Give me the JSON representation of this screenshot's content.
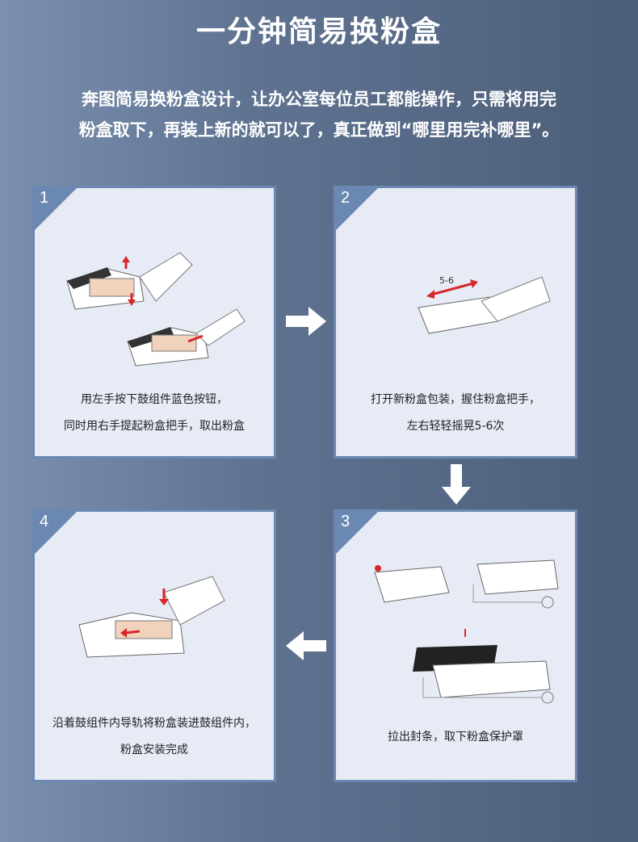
{
  "title": "一分钟简易换粉盒",
  "intro": [
    "奔图简易换粉盒设计，让办公室每位员工都能操作，只需将用完",
    "粉盒取下，再装上新的就可以了，真正做到“哪里用完补哪里”。"
  ],
  "steps": [
    {
      "number": "1",
      "lines": [
        "用左手按下鼓组件蓝色按钮，",
        "同时用右手提起粉盒把手，取出粉盒"
      ]
    },
    {
      "number": "2",
      "label": "5-6",
      "lines": [
        "打开新粉盒包装，握住粉盒把手，",
        "左右轻轻摇晃5-6次"
      ]
    },
    {
      "number": "3",
      "lines": [
        "拉出封条，取下粉盒保护罩"
      ]
    },
    {
      "number": "4",
      "lines": [
        "沿着鼓组件内导轨将粉盒装进鼓组件内，",
        "粉盒安装完成"
      ]
    }
  ],
  "colors": {
    "card_bg": "#e6ebf5",
    "card_border": "#6b88b3",
    "accent_red": "#d9262b"
  }
}
